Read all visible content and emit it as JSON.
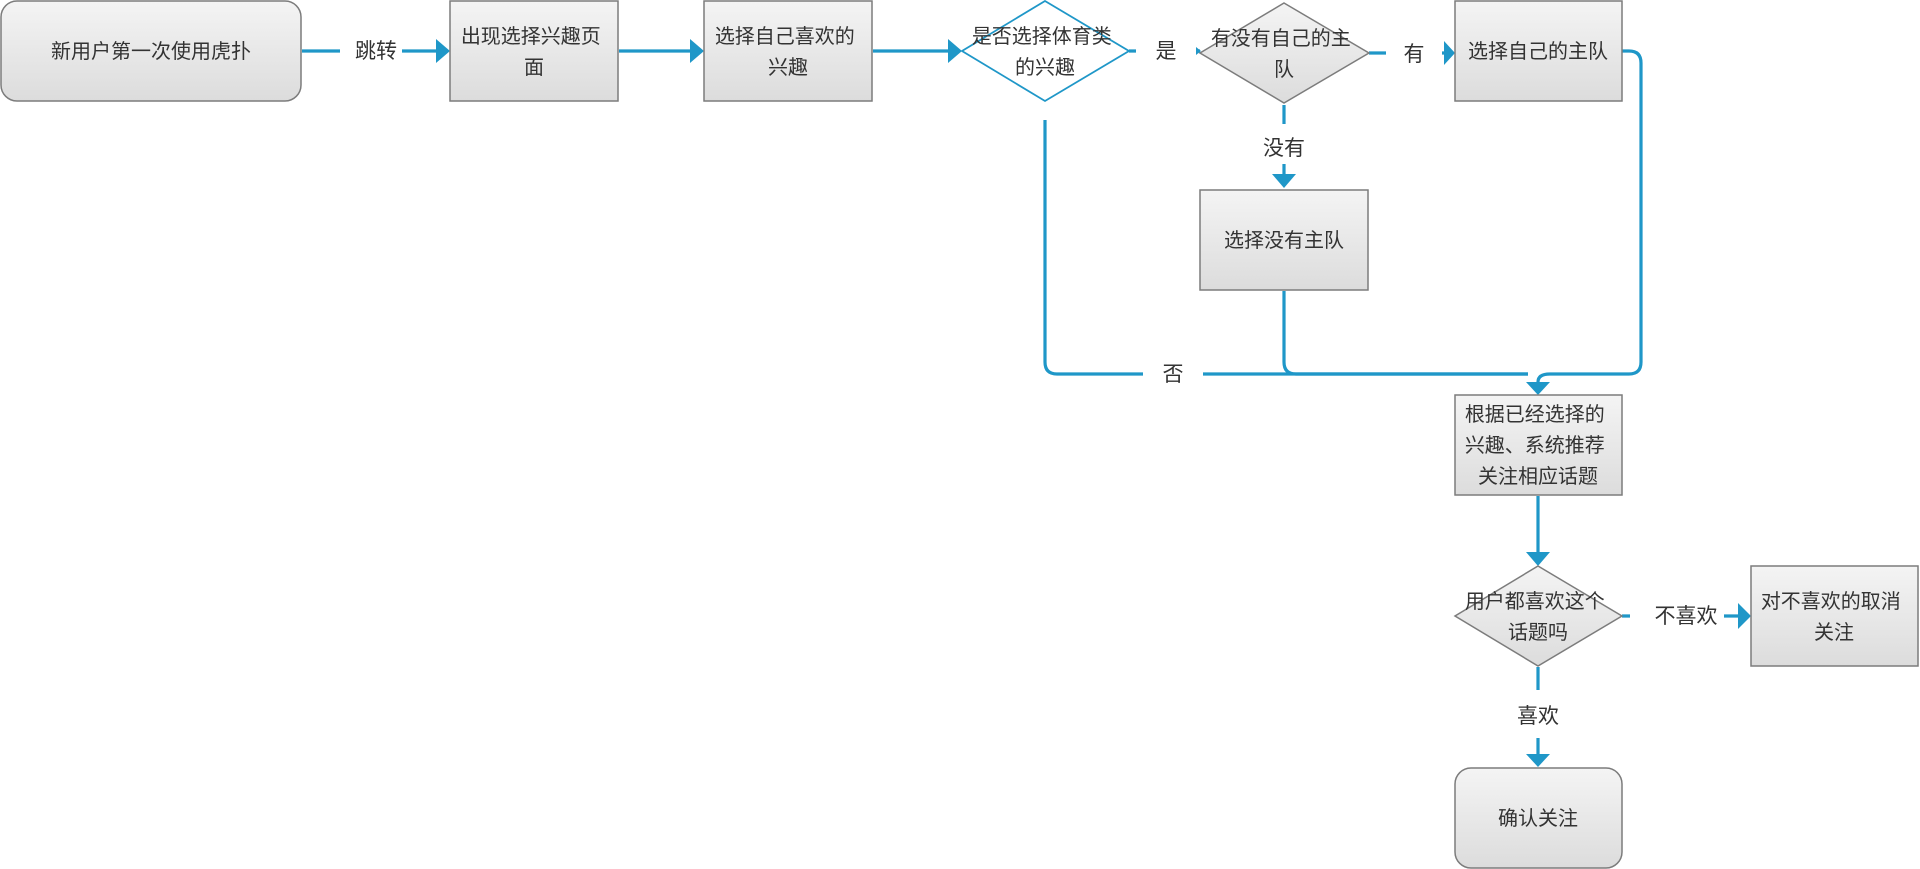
{
  "diagram": {
    "accent_color": "#1f97c8",
    "node_fill_top": "#f4f4f4",
    "node_fill_bottom": "#dcdcdc",
    "node_border": "#7c7c7c",
    "nodes": {
      "start": [
        "新用户第一次使用虎扑"
      ],
      "interest_page": [
        "出现选择兴趣页",
        "面"
      ],
      "pick_interest": [
        "选择自己喜欢的",
        "兴趣"
      ],
      "sports_decision": [
        "是否选择体育类",
        "的兴趣"
      ],
      "team_decision": [
        "有没有自己的主",
        "队"
      ],
      "pick_team": [
        "选择自己的主队"
      ],
      "pick_no_team": [
        "选择没有主队"
      ],
      "recommend": [
        "根据已经选择的",
        "兴趣、系统推荐",
        "关注相应话题"
      ],
      "like_decision": [
        "用户都喜欢这个",
        "话题吗"
      ],
      "unfollow": [
        "对不喜欢的取消",
        "关注"
      ],
      "confirm": [
        "确认关注"
      ]
    },
    "edge_labels": {
      "jump": "跳转",
      "yes": "是",
      "have": "有",
      "no_have": "没有",
      "no": "否",
      "dislike": "不喜欢",
      "like": "喜欢"
    }
  }
}
